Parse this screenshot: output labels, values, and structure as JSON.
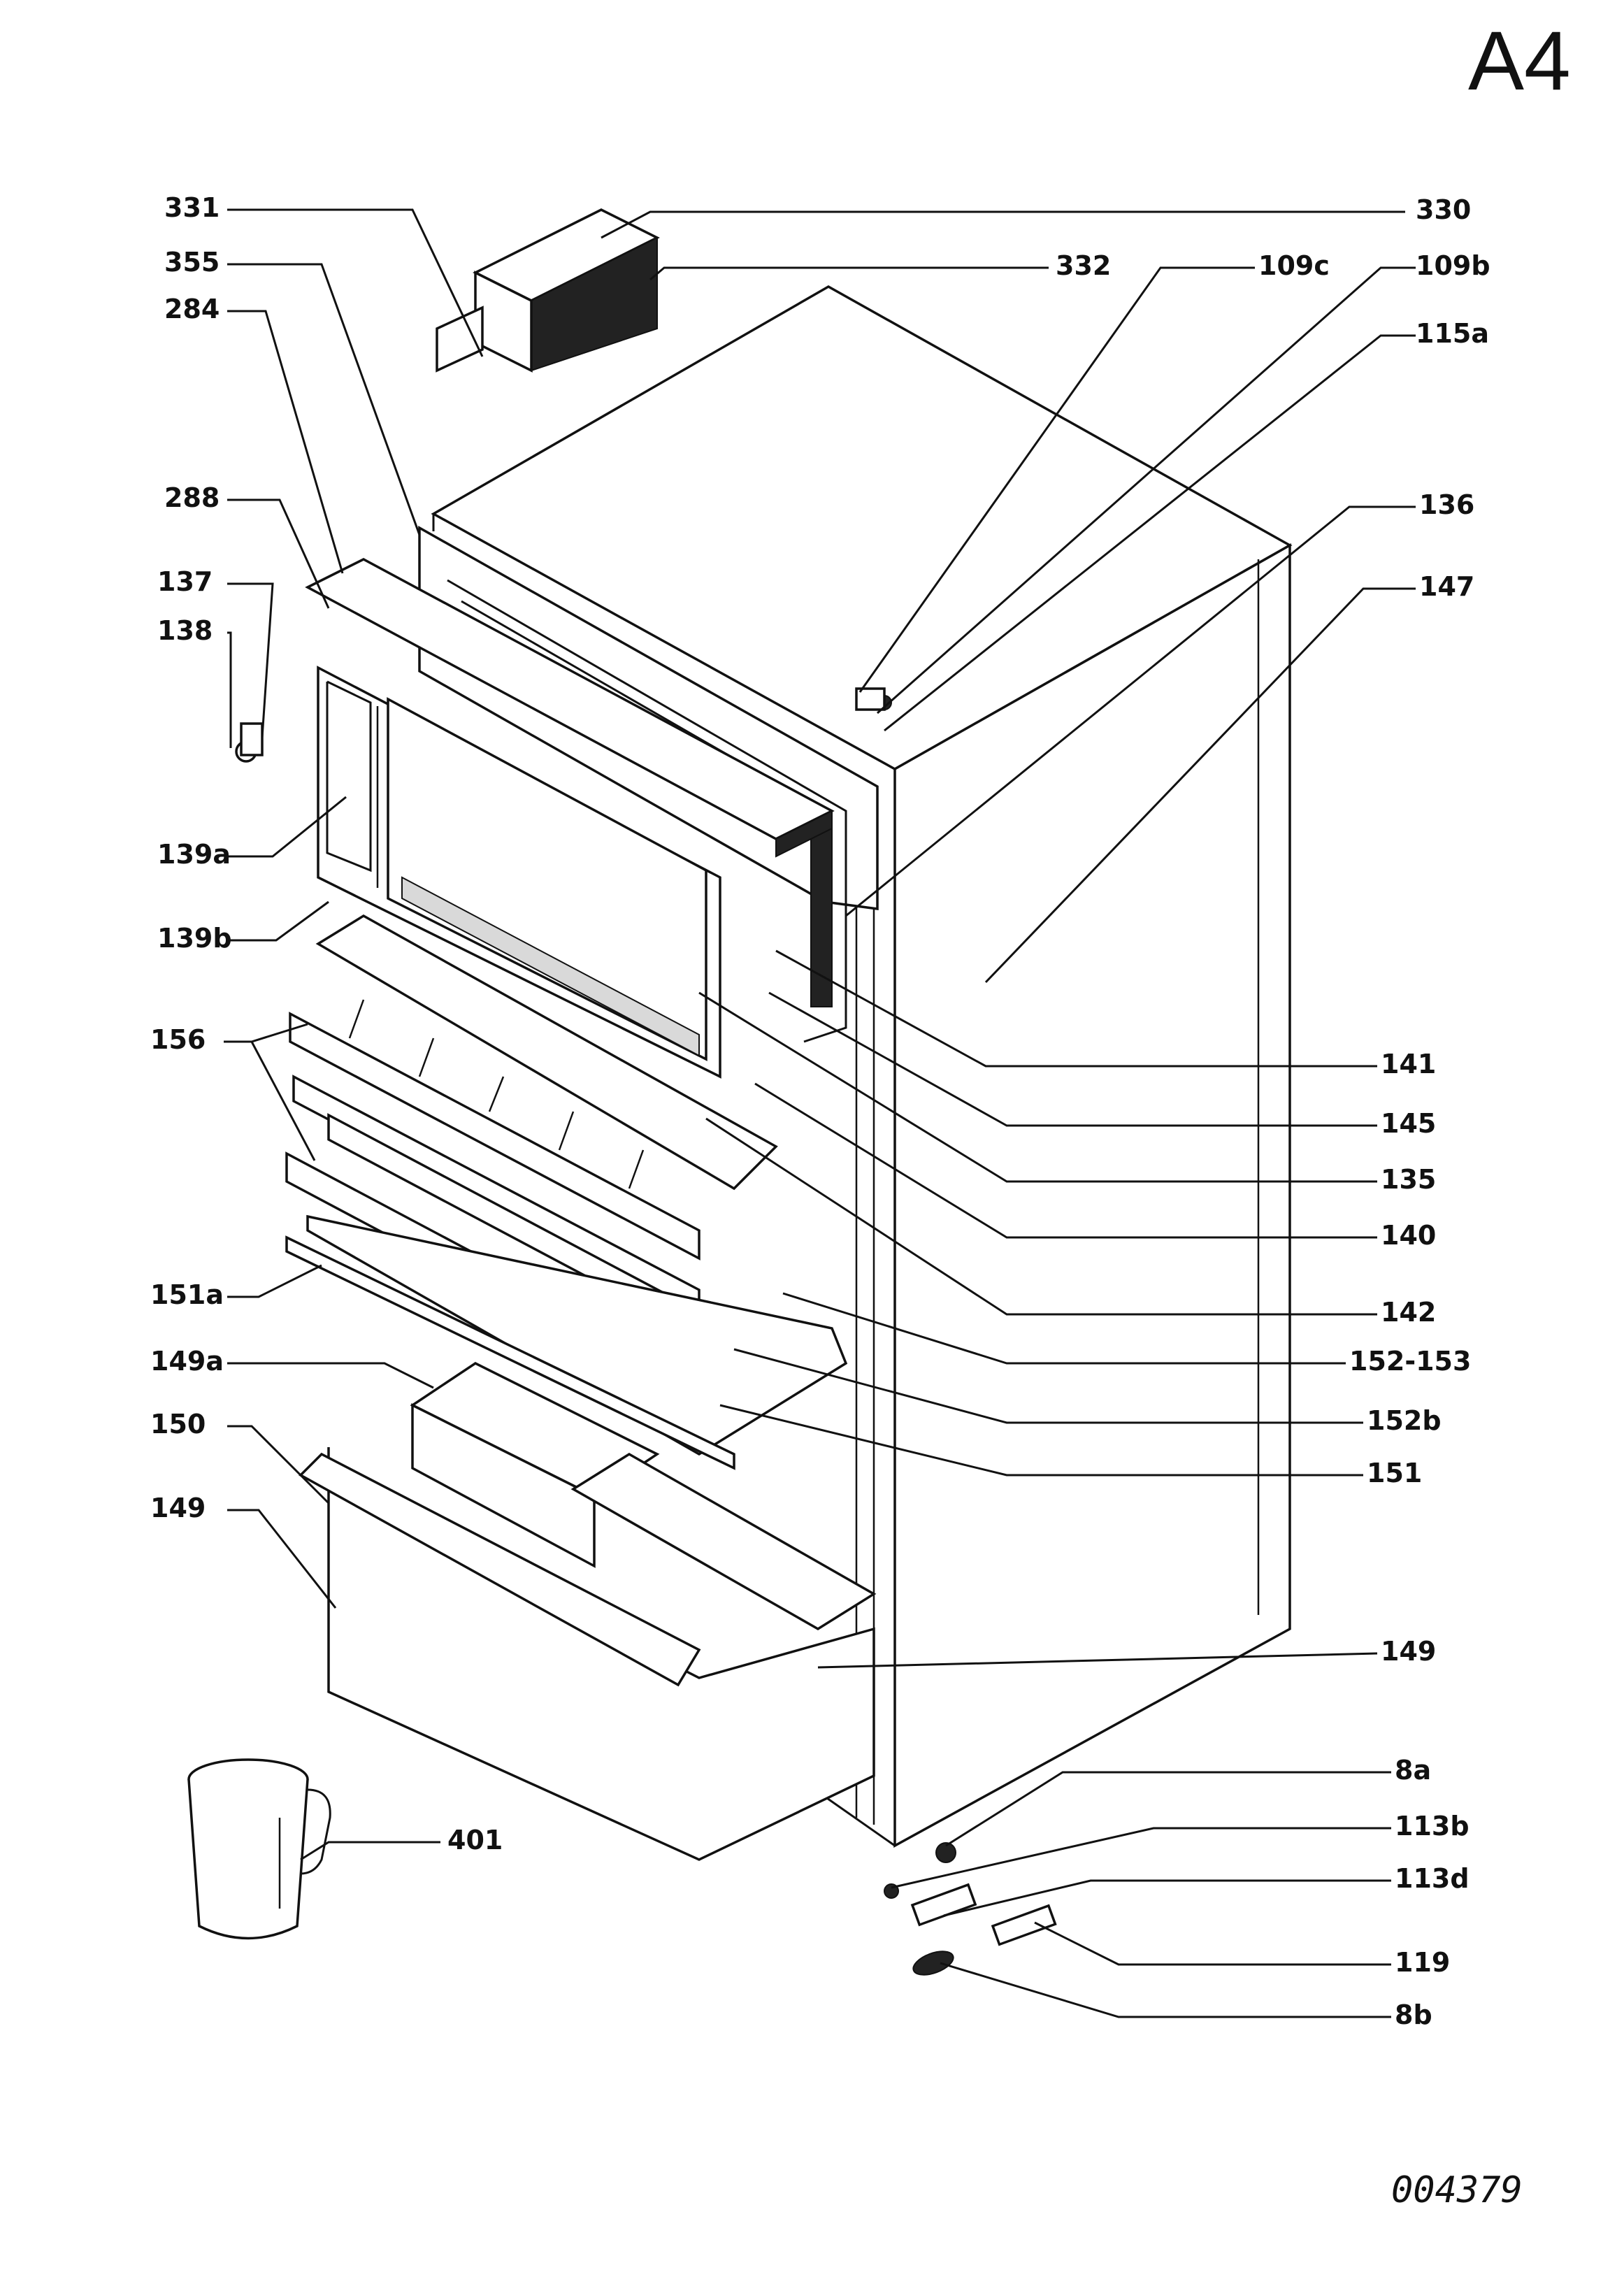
{
  "sheet": {
    "code": "A4",
    "drawing_number": "004379"
  },
  "labels_left": [
    {
      "id": "331"
    },
    {
      "id": "355"
    },
    {
      "id": "284"
    },
    {
      "id": "288"
    },
    {
      "id": "137"
    },
    {
      "id": "138"
    },
    {
      "id": "139a"
    },
    {
      "id": "139b"
    },
    {
      "id": "156"
    },
    {
      "id": "151a"
    },
    {
      "id": "149a"
    },
    {
      "id": "150"
    },
    {
      "id": "149"
    },
    {
      "id": "401"
    }
  ],
  "labels_right": [
    {
      "id": "330"
    },
    {
      "id": "332"
    },
    {
      "id": "109c"
    },
    {
      "id": "109b"
    },
    {
      "id": "115a"
    },
    {
      "id": "136"
    },
    {
      "id": "147"
    },
    {
      "id": "141"
    },
    {
      "id": "145"
    },
    {
      "id": "135"
    },
    {
      "id": "140"
    },
    {
      "id": "142"
    },
    {
      "id": "152-153"
    },
    {
      "id": "152b"
    },
    {
      "id": "151"
    },
    {
      "id": "149"
    },
    {
      "id": "8a"
    },
    {
      "id": "113b"
    },
    {
      "id": "113d"
    },
    {
      "id": "119"
    },
    {
      "id": "8b"
    }
  ]
}
